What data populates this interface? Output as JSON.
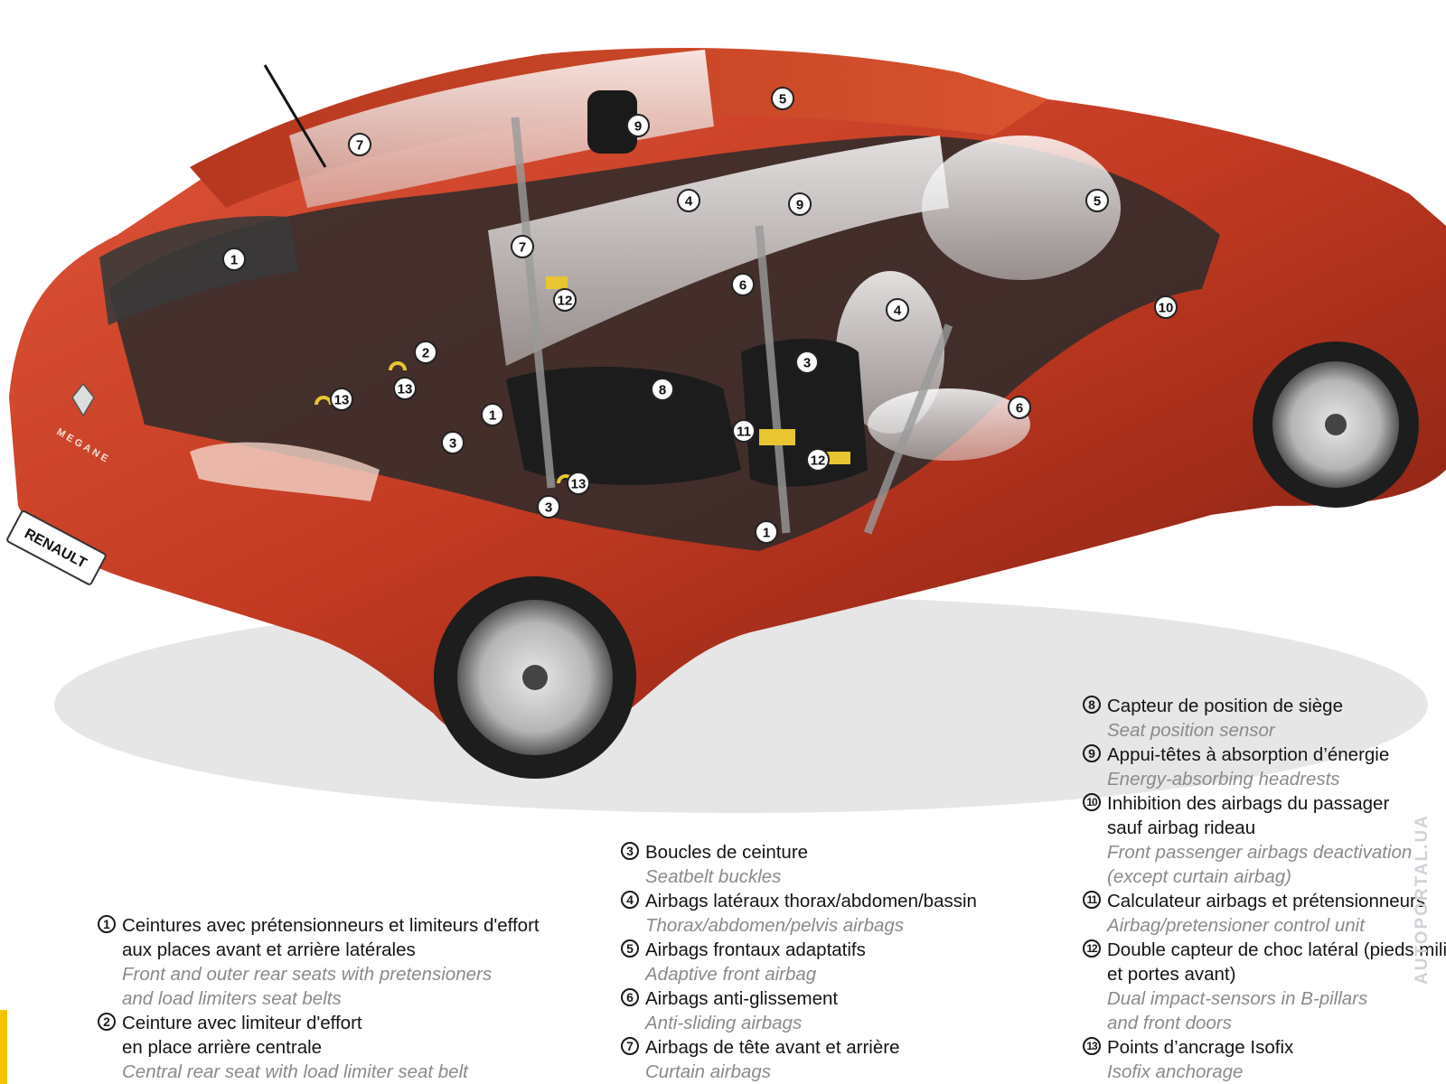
{
  "brand": {
    "plate_text": "RENAULT",
    "model_badge": "MEGANE"
  },
  "colors": {
    "body_red": "#c8402a",
    "accent_yellow": "#f5c400",
    "marker_stroke": "#222222"
  },
  "markers": [
    {
      "number": "1",
      "item": 1
    },
    {
      "number": "1",
      "item": 1
    },
    {
      "number": "1",
      "item": 1
    },
    {
      "number": "2",
      "item": 2
    },
    {
      "number": "3",
      "item": 3
    },
    {
      "number": "3",
      "item": 3
    },
    {
      "number": "3",
      "item": 3
    },
    {
      "number": "4",
      "item": 4
    },
    {
      "number": "4",
      "item": 4
    },
    {
      "number": "5",
      "item": 5
    },
    {
      "number": "5",
      "item": 5
    },
    {
      "number": "6",
      "item": 6
    },
    {
      "number": "6",
      "item": 6
    },
    {
      "number": "7",
      "item": 7
    },
    {
      "number": "7",
      "item": 7
    },
    {
      "number": "8",
      "item": 8
    },
    {
      "number": "9",
      "item": 9
    },
    {
      "number": "9",
      "item": 9
    },
    {
      "number": "10",
      "item": 10
    },
    {
      "number": "11",
      "item": 11
    },
    {
      "number": "12",
      "item": 12
    },
    {
      "number": "12",
      "item": 12
    },
    {
      "number": "13",
      "item": 13
    },
    {
      "number": "13",
      "item": 13
    },
    {
      "number": "13",
      "item": 13
    }
  ],
  "legend": [
    {
      "number": "1",
      "fr": [
        "Ceintures avec prétensionneurs et limiteurs d'effort",
        "aux places avant et arrière latérales"
      ],
      "en": [
        "Front and outer rear seats with pretensioners",
        "and load limiters seat belts"
      ]
    },
    {
      "number": "2",
      "fr": [
        "Ceinture avec limiteur d'effort",
        "en place arrière centrale"
      ],
      "en": [
        "Central rear seat with load limiter seat belt"
      ]
    },
    {
      "number": "3",
      "fr": [
        "Boucles de ceinture"
      ],
      "en": [
        "Seatbelt buckles"
      ]
    },
    {
      "number": "4",
      "fr": [
        "Airbags latéraux thorax/abdomen/bassin"
      ],
      "en": [
        "Thorax/abdomen/pelvis airbags"
      ]
    },
    {
      "number": "5",
      "fr": [
        "Airbags frontaux adaptatifs"
      ],
      "en": [
        "Adaptive front airbag"
      ]
    },
    {
      "number": "6",
      "fr": [
        "Airbags anti-glissement"
      ],
      "en": [
        "Anti-sliding airbags"
      ]
    },
    {
      "number": "7",
      "fr": [
        "Airbags de tête avant et arrière"
      ],
      "en": [
        "Curtain airbags"
      ]
    },
    {
      "number": "8",
      "fr": [
        "Capteur de position de siège"
      ],
      "en": [
        "Seat position sensor"
      ]
    },
    {
      "number": "9",
      "fr": [
        "Appui-têtes à absorption d’énergie"
      ],
      "en": [
        "Energy-absorbing headrests"
      ]
    },
    {
      "number": "10",
      "fr": [
        "Inhibition des airbags du passager",
        "sauf airbag rideau"
      ],
      "en": [
        "Front passenger airbags deactivation",
        "(except curtain airbag)"
      ]
    },
    {
      "number": "11",
      "fr": [
        "Calculateur airbags et prétensionneurs"
      ],
      "en": [
        "Airbag/pretensioner control unit"
      ]
    },
    {
      "number": "12",
      "fr": [
        "Double capteur de choc latéral (pieds milieu",
        "et portes avant)"
      ],
      "en": [
        "Dual impact-sensors in B-pillars",
        "and front doors"
      ]
    },
    {
      "number": "13",
      "fr": [
        "Points d’ancrage Isofix"
      ],
      "en": [
        "Isofix anchorage"
      ]
    }
  ],
  "watermark": "AUTOPORTAL.UA"
}
